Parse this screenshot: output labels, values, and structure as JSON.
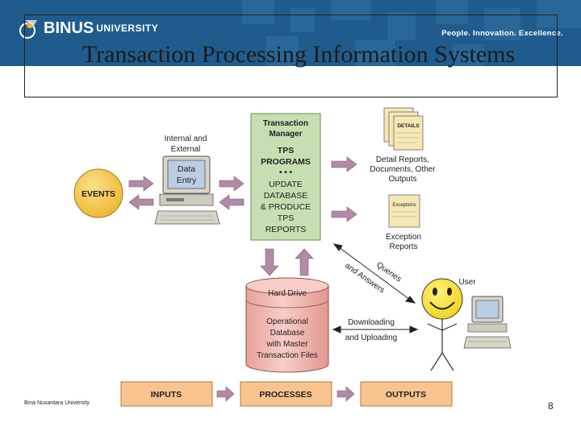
{
  "header": {
    "logo_brand": "BINUS",
    "logo_suffix": "UNIVERSITY",
    "tagline": "People. Innovation. Excellence.",
    "band_color": "#1f5c8d"
  },
  "slide": {
    "title": "Transaction Processing Information Systems",
    "footer": "Bina Nusantara University",
    "page_number": "8"
  },
  "diagram": {
    "events": "EVENTS",
    "data_entry_caption": [
      "Internal and",
      "External"
    ],
    "data_entry_screen": [
      "Data",
      "Entry"
    ],
    "tps_box": [
      "Transaction",
      "Manager",
      "TPS",
      "PROGRAMS",
      "• • •",
      "UPDATE",
      "DATABASE",
      "& PRODUCE",
      "TPS",
      "REPORTS"
    ],
    "details_doc": "DETAILS",
    "details_caption": [
      "Detail Reports,",
      "Documents, Other",
      "Outputs"
    ],
    "exceptions_doc": "Exceptions",
    "exceptions_caption": [
      "Exception",
      "Reports"
    ],
    "queries_label": [
      "Queries",
      "and Answers"
    ],
    "user_label": "User",
    "hard_drive": "Hard Drive",
    "database_text": [
      "Operational",
      "Database",
      "with Master",
      "Transaction Files"
    ],
    "download_label": [
      "Downloading",
      "and Uploading"
    ],
    "flow": [
      "INPUTS",
      "PROCESSES",
      "OUTPUTS"
    ],
    "colors": {
      "tps_green": "#c6dfb2",
      "arrow_mauve": "#b28aa6",
      "flow_orange": "#f8c38f",
      "events_yellow": "#f5c542",
      "db_pink": "#f4b8b4",
      "doc_cream": "#f6e8b5"
    }
  }
}
